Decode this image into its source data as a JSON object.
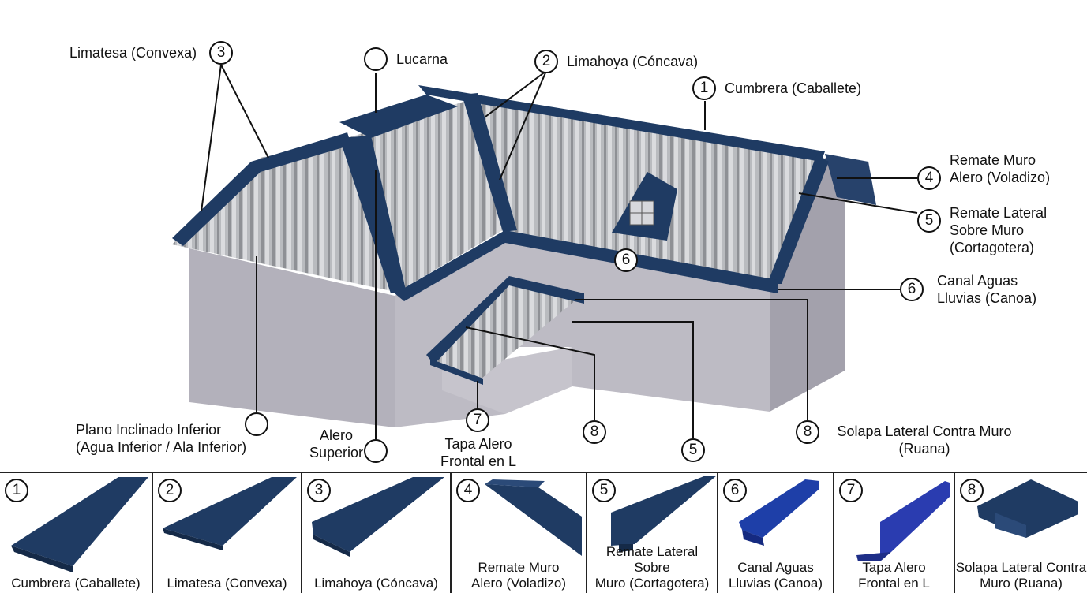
{
  "callouts": {
    "limatesa": {
      "num": "3",
      "text": "Limatesa (Convexa)"
    },
    "lucarna": {
      "num": "",
      "text": "Lucarna"
    },
    "limahoya": {
      "num": "2",
      "text": "Limahoya (Cóncava)"
    },
    "cumbrera": {
      "num": "1",
      "text": "Cumbrera (Caballete)"
    },
    "remate_muro": {
      "num": "4",
      "line1": "Remate Muro",
      "line2": "Alero (Voladizo)"
    },
    "remate_lateral": {
      "num": "5",
      "line1": "Remate Lateral",
      "line2": "Sobre Muro",
      "line3": "(Cortagotera)"
    },
    "canal_roof": {
      "num": "6"
    },
    "canal": {
      "num": "6",
      "line1": "Canal Aguas",
      "line2": "Lluvias (Canoa)"
    },
    "plano": {
      "num": "",
      "line1": "Plano Inclinado Inferior",
      "line2": "(Agua Inferior / Ala Inferior)"
    },
    "alero_superior": {
      "num": "",
      "line1": "Alero",
      "line2": "Superior"
    },
    "tapa_alero": {
      "num": "7",
      "line1": "Tapa Alero",
      "line2": "Frontal en L"
    },
    "mid8": {
      "num": "8"
    },
    "mid5": {
      "num": "5"
    },
    "solapa": {
      "num": "8",
      "line1": "Solapa Lateral Contra Muro",
      "line2": "(Ruana)"
    }
  },
  "products": [
    {
      "num": "1",
      "line1": "Cumbrera (Caballete)",
      "line2": ""
    },
    {
      "num": "2",
      "line1": "Limatesa (Convexa)",
      "line2": ""
    },
    {
      "num": "3",
      "line1": "Limahoya (Cóncava)",
      "line2": ""
    },
    {
      "num": "4",
      "line1": "Remate  Muro",
      "line2": "Alero (Voladizo)"
    },
    {
      "num": "5",
      "line1": "Remate Lateral Sobre",
      "line2": "Muro (Cortagotera)"
    },
    {
      "num": "6",
      "line1": "Canal Aguas",
      "line2": "Lluvias (Canoa)"
    },
    {
      "num": "7",
      "line1": "Tapa Alero",
      "line2": "Frontal en L"
    },
    {
      "num": "8",
      "line1": "Solapa Lateral Contra",
      "line2": "Muro (Ruana)"
    }
  ],
  "colors": {
    "trim": "#1f3b63",
    "roof": "#b9bbbf",
    "wall": "#b0aeb8",
    "wall_dark": "#96949f",
    "outline": "#111111"
  }
}
